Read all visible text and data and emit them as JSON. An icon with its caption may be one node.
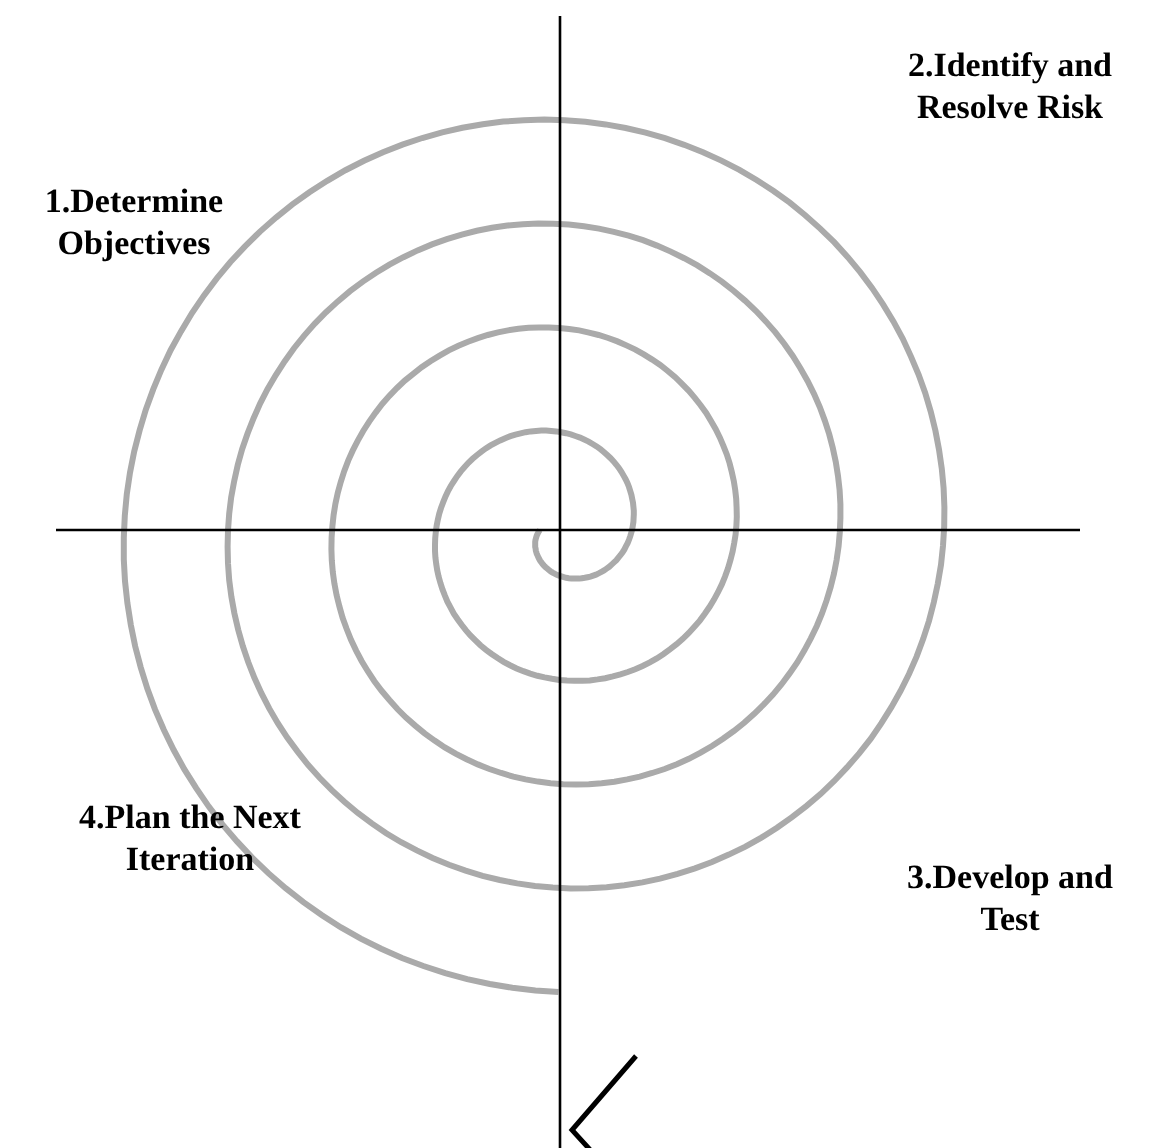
{
  "diagram": {
    "labels": [
      "1.Determine Objectives",
      "2.Identify and Resolve Risk",
      "4.Plan the Next Iteration",
      "3.Develop and Test"
    ]
  }
}
